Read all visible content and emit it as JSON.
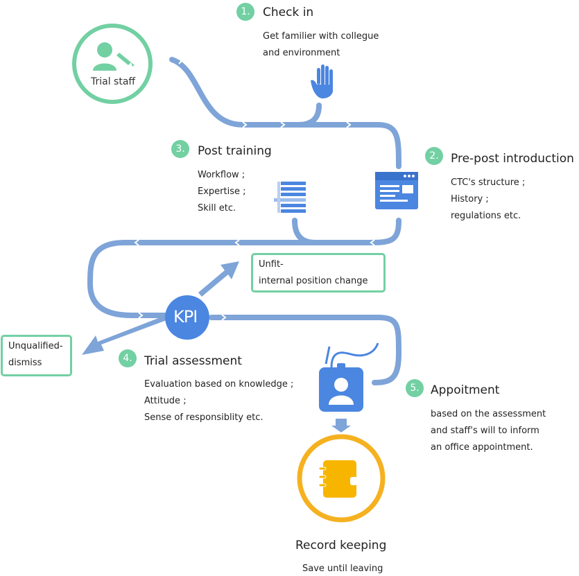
{
  "start": {
    "label": "Trial staff",
    "icon": "user-edit-icon"
  },
  "steps": [
    {
      "number": "1.",
      "title": "Check in",
      "desc": [
        "Get familier with collegue",
        "and environment"
      ],
      "icon": "hand-icon"
    },
    {
      "number": "2.",
      "title": "Pre-post introduction",
      "desc": [
        "CTC's structure ;",
        "History ;",
        "regulations etc."
      ],
      "icon": "webpage-icon"
    },
    {
      "number": "3.",
      "title": "Post training",
      "desc": [
        "Workflow ;",
        "Expertise ;",
        "Skill etc."
      ],
      "icon": "document-list-icon"
    },
    {
      "number": "4.",
      "title": "Trial assessment",
      "desc": [
        "Evaluation based on knowledge ;",
        "Attitude ;",
        "Sense of responsiblity etc."
      ],
      "icon": "kpi-icon"
    },
    {
      "number": "5.",
      "title": "Appoitment",
      "desc": [
        "based on the assessment",
        "and staff's will to inform",
        "an office appointment."
      ],
      "icon": "badge-icon"
    }
  ],
  "kpi": {
    "label": "KPI"
  },
  "outcomes": {
    "unfit": [
      "Unfit-",
      "internal position change"
    ],
    "unqualified": [
      "Unqualified-",
      "dismiss"
    ]
  },
  "final": {
    "title": "Record keeping",
    "desc": "Save until leaving",
    "icon": "notebook-icon"
  },
  "colors": {
    "path": "#7ea4d8",
    "accent": "#72d0a3",
    "blue": "#4b86e0",
    "gold": "#f5b120",
    "notebook": "#f7b500"
  }
}
